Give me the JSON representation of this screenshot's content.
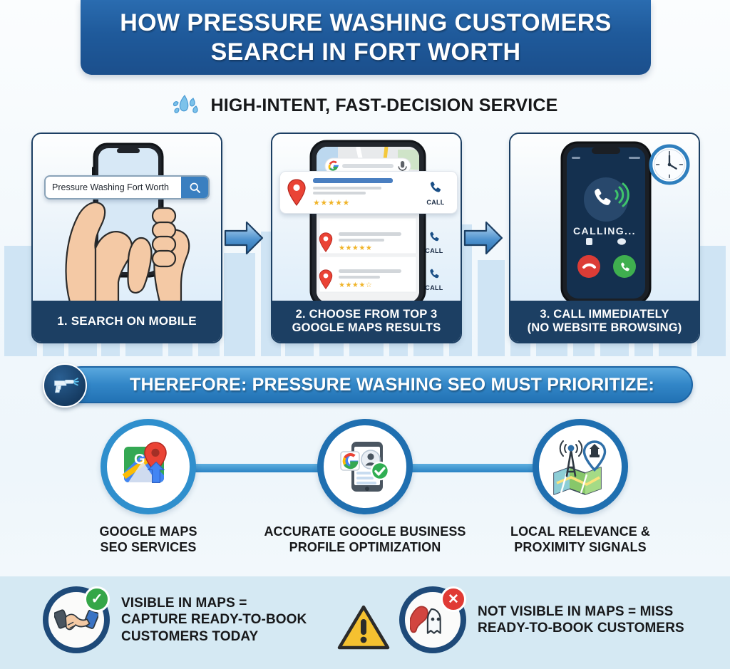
{
  "header": {
    "title_line1": "HOW PRESSURE WASHING CUSTOMERS",
    "title_line2": "SEARCH IN FORT WORTH",
    "subtitle": "HIGH-INTENT, FAST-DECISION SERVICE",
    "subtitle_icon": "water-splash-icon",
    "bar_color": "#1f5a9b"
  },
  "steps": [
    {
      "number": "1",
      "caption_line1": "1. SEARCH ON MOBILE",
      "caption_line2": "",
      "search_query": "Pressure Washing Fort Worth",
      "search_icon": "magnifier-icon",
      "art": "hand-holding-phone-illustration"
    },
    {
      "number": "2",
      "caption_line1": "2. CHOOSE FROM TOP 3",
      "caption_line2": "GOOGLE MAPS RESULTS",
      "art": "google-maps-results-phone-illustration",
      "map_search_icon": "google-g-icon",
      "mic_icon": "microphone-icon",
      "results": [
        {
          "pin": "map-pin-icon",
          "stars": "★★★★★",
          "call_label": "CALL",
          "call_icon": "phone-handset-icon"
        },
        {
          "pin": "map-pin-icon",
          "stars": "★★★★★",
          "call_label": "CALL",
          "call_icon": "phone-handset-icon"
        },
        {
          "pin": "map-pin-icon",
          "stars": "★★★★☆",
          "call_label": "CALL",
          "call_icon": "phone-handset-icon"
        }
      ]
    },
    {
      "number": "3",
      "caption_line1": "3. CALL IMMEDIATELY",
      "caption_line2": "(NO WEBSITE BROWSING)",
      "art": "incoming-call-screen-illustration",
      "calling_text": "CALLING...",
      "phone_ring_icon": "phone-ringing-icon",
      "clock_icon": "wall-clock-icon",
      "decline_icon": "decline-call-icon",
      "accept_icon": "accept-call-icon",
      "remind_icon": "alarm-icon",
      "message_icon": "message-icon"
    }
  ],
  "arrows": {
    "icon": "arrow-right-icon",
    "color": "#2f7fbe"
  },
  "therefore": {
    "badge_icon": "pressure-washer-gun-icon",
    "text": "THEREFORE: PRESSURE WASHING SEO MUST PRIORITIZE:",
    "accent": "#2272b4"
  },
  "pillars": [
    {
      "icon": "google-maps-pin-icon",
      "label_line1": "GOOGLE MAPS",
      "label_line2": "SEO SERVICES"
    },
    {
      "icon": "google-business-profile-icon",
      "label_line1": "ACCURATE GOOGLE BUSINESS",
      "label_line2": "PROFILE OPTIMIZATION"
    },
    {
      "icon": "local-signal-tower-map-icon",
      "label_line1": "LOCAL RELEVANCE &",
      "label_line2": "PROXIMITY SIGNALS"
    }
  ],
  "outcomes": {
    "good": {
      "icon": "handshake-icon",
      "badge": "check-badge-icon",
      "badge_glyph": "✓",
      "line1": "VISIBLE IN MAPS =",
      "line2": "CAPTURE READY-TO-BOOK",
      "line3": "CUSTOMERS TODAY"
    },
    "warning_icon": "warning-triangle-icon",
    "bad": {
      "icon": "ghost-missed-call-icon",
      "badge": "x-badge-icon",
      "badge_glyph": "✕",
      "line1": "NOT VISIBLE IN MAPS = MISS",
      "line2": "READY-TO-BOOK CUSTOMERS",
      "line3": ""
    }
  },
  "colors": {
    "deep_navy": "#1c3f63",
    "brand_blue": "#2272b4",
    "sky_blue": "#5aa8de",
    "band_bg": "#d5e9f3",
    "page_bg": "#f4f8fb",
    "star_gold": "#f0b429",
    "success_green": "#35a648",
    "danger_red": "#e03a35",
    "warning_yellow": "#f5c130"
  }
}
